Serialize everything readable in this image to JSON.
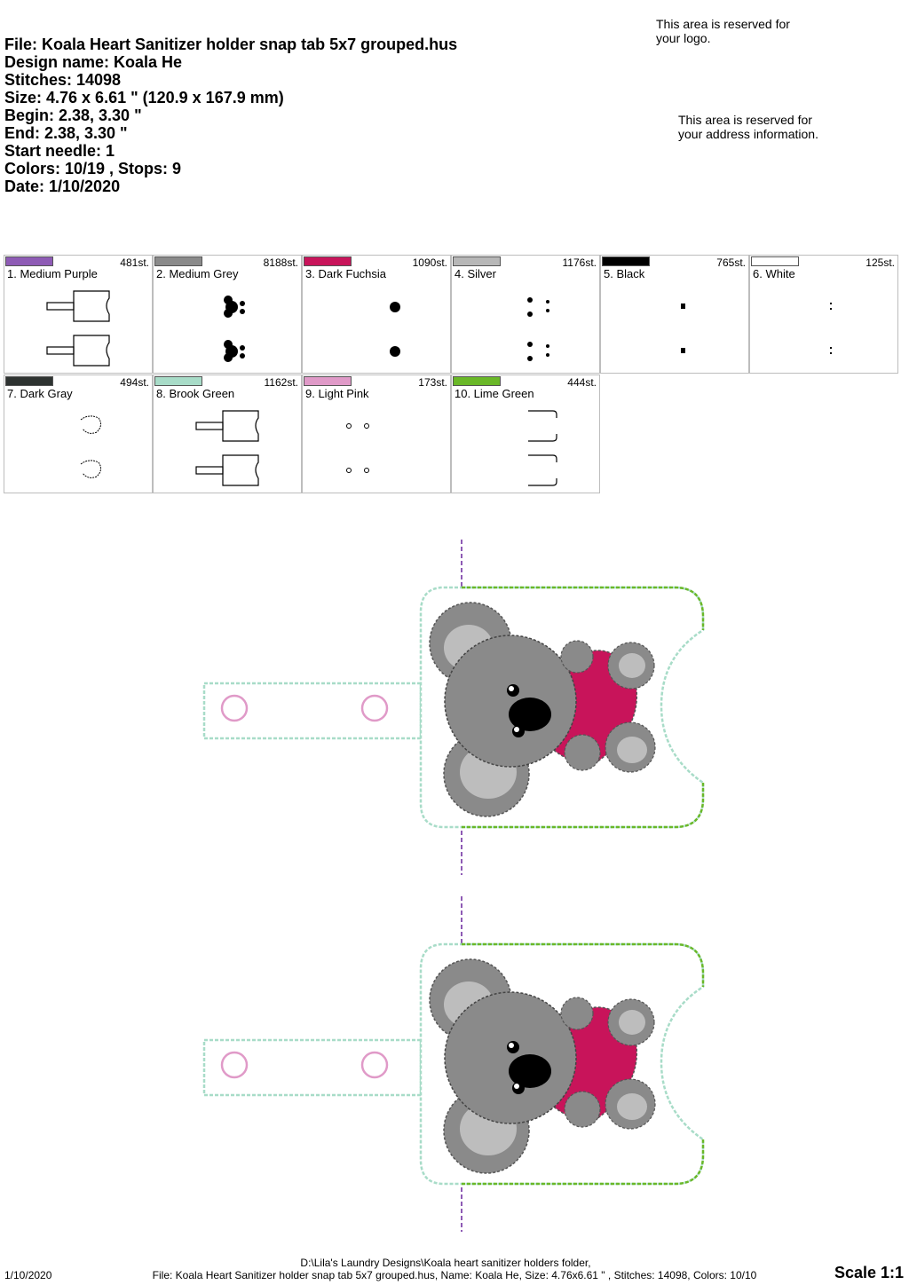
{
  "header": {
    "file": "File: Koala Heart Sanitizer holder snap tab 5x7 grouped.hus",
    "design_name": "Design name: Koala He",
    "stitches": "Stitches: 14098",
    "size": "Size: 4.76 x 6.61 \" (120.9 x 167.9 mm)",
    "begin": "Begin: 2.38, 3.30 \"",
    "end": "End: 2.38, 3.30 \"",
    "start_needle": "Start needle: 1",
    "colors": "Colors: 10/19 , Stops: 9",
    "date": "Date: 1/10/2020"
  },
  "reserved": {
    "logo_1": "This area is reserved for",
    "logo_2": "your logo.",
    "address_1": "This area is reserved for",
    "address_2": "your address information."
  },
  "colors": [
    {
      "label": "1. Medium Purple",
      "stitches": "481st.",
      "color": "#8e5bb5",
      "thumb": "outline"
    },
    {
      "label": "2. Medium Grey",
      "stitches": "8188st.",
      "color": "#8a8a8a",
      "thumb": "koala"
    },
    {
      "label": "3. Dark Fuchsia",
      "stitches": "1090st.",
      "color": "#c8145a",
      "thumb": "heart"
    },
    {
      "label": "4. Silver",
      "stitches": "1176st.",
      "color": "#b7b7b7",
      "thumb": "ears"
    },
    {
      "label": "5. Black",
      "stitches": "765st.",
      "color": "#000000",
      "thumb": "nose"
    },
    {
      "label": "6. White",
      "stitches": "125st.",
      "color": "#ffffff",
      "thumb": "eyes"
    },
    {
      "label": "7. Dark Gray",
      "stitches": "494st.",
      "color": "#2e3331",
      "thumb": "details"
    },
    {
      "label": "8. Brook Green",
      "stitches": "1162st.",
      "color": "#a8dcc8",
      "thumb": "outline"
    },
    {
      "label": "9. Light Pink",
      "stitches": "173st.",
      "color": "#e09ac8",
      "thumb": "snaps"
    },
    {
      "label": "10. Lime Green",
      "stitches": "444st.",
      "color": "#6ab828",
      "thumb": "right"
    }
  ],
  "footer": {
    "date": "1/10/2020",
    "path": "D:\\Lila's Laundry Designs\\Koala heart sanitizer holders folder,",
    "summary": "File: Koala Heart Sanitizer holder snap tab 5x7 grouped.hus, Name: Koala He, Size: 4.76x6.61 \" , Stitches: 14098, Colors: 10/10",
    "scale": "Scale 1:1"
  }
}
